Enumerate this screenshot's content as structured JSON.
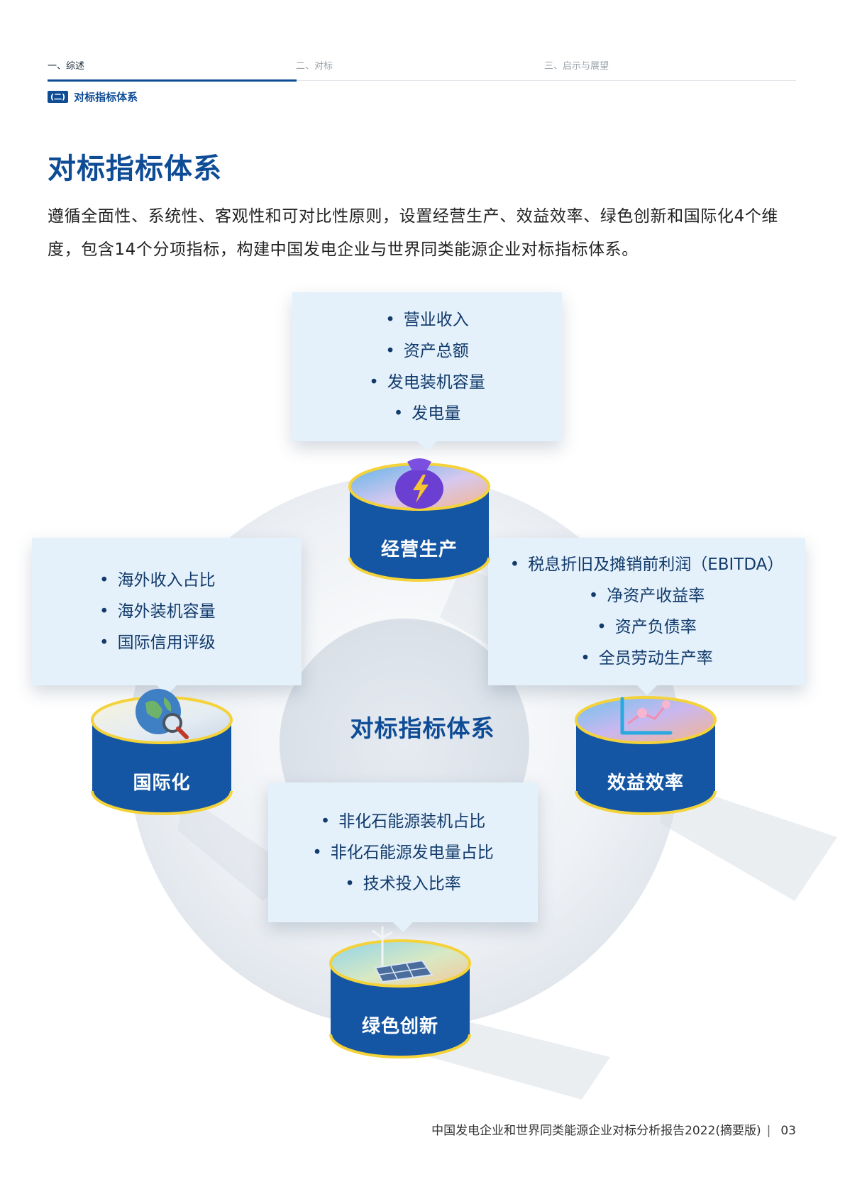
{
  "nav": {
    "tabs": [
      {
        "label": "一、综述",
        "active": true
      },
      {
        "label": "二、对标",
        "active": false
      },
      {
        "label": "三、启示与展望",
        "active": false
      }
    ]
  },
  "section": {
    "num": "(二)",
    "label": "对标指标体系"
  },
  "title": "对标指标体系",
  "intro": "遵循全面性、系统性、客观性和可对比性原则，设置经营生产、效益效率、绿色创新和国际化4个维度，包含14个分项指标，构建中国发电企业与世界同类能源企业对标指标体系。",
  "center": "对标指标体系",
  "colors": {
    "brand": "#0f4c96",
    "box_bg": "#e4f1fb",
    "accent_yellow": "#f4d23a"
  },
  "dimensions": {
    "operation": {
      "label": "经营生产",
      "icon": "money-bag-lightning-icon",
      "items": [
        "营业收入",
        "资产总额",
        "发电装机容量",
        "发电量"
      ]
    },
    "efficiency": {
      "label": "效益效率",
      "icon": "growth-chart-icon",
      "items": [
        "税息折旧及摊销前利润（EBITDA）",
        "净资产收益率",
        "资产负债率",
        "全员劳动生产率"
      ]
    },
    "international": {
      "label": "国际化",
      "icon": "globe-magnifier-icon",
      "items": [
        "海外收入占比",
        "海外装机容量",
        "国际信用评级"
      ]
    },
    "green": {
      "label": "绿色创新",
      "icon": "solar-wind-icon",
      "items": [
        "非化石能源装机占比",
        "非化石能源发电量占比",
        "技术投入比率"
      ]
    }
  },
  "footer": {
    "report": "中国发电企业和世界同类能源企业对标分析报告2022(摘要版)",
    "separator": "|",
    "page": "03"
  }
}
